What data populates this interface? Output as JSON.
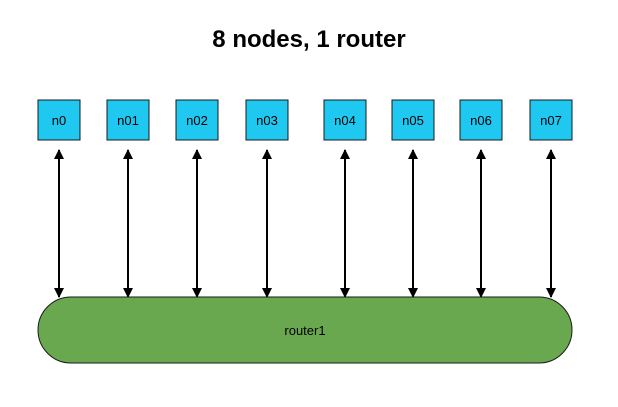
{
  "title": "8 nodes, 1 router",
  "colors": {
    "node_fill": "#1ec8f0",
    "node_stroke": "#1a1a1a",
    "router_fill": "#6aa84f",
    "router_stroke": "#1a1a1a",
    "arrow": "#000000"
  },
  "nodes": [
    {
      "label": "n0"
    },
    {
      "label": "n01"
    },
    {
      "label": "n02"
    },
    {
      "label": "n03"
    },
    {
      "label": "n04"
    },
    {
      "label": "n05"
    },
    {
      "label": "n06"
    },
    {
      "label": "n07"
    }
  ],
  "router": {
    "label": "router1"
  },
  "links": [
    {
      "from": "n0",
      "to": "router1",
      "direction": "both"
    },
    {
      "from": "n01",
      "to": "router1",
      "direction": "both"
    },
    {
      "from": "n02",
      "to": "router1",
      "direction": "both"
    },
    {
      "from": "n03",
      "to": "router1",
      "direction": "both"
    },
    {
      "from": "n04",
      "to": "router1",
      "direction": "both"
    },
    {
      "from": "n05",
      "to": "router1",
      "direction": "both"
    },
    {
      "from": "n06",
      "to": "router1",
      "direction": "both"
    },
    {
      "from": "n07",
      "to": "router1",
      "direction": "both"
    }
  ]
}
